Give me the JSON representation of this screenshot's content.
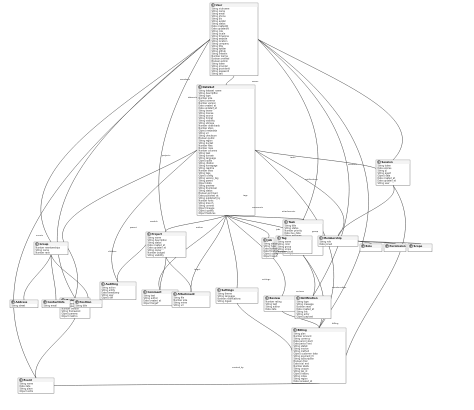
{
  "diagram": {
    "classes": [
      {
        "id": "user",
        "name": "User",
        "stereotype": "C",
        "fields": [
          "String nickname",
          "String name",
          "String email",
          "String phone",
          "String bio",
          "String avatar",
          "String status",
          "Date createdAt",
          "Date updatedAt",
          "String role",
          "String locale",
          "String timezone",
          "String website",
          "String location",
          "String company",
          "String title",
          "String twitter",
          "String github",
          "String linkedin",
          "Number karma",
          "Boolean verified",
          "Boolean admin",
          "String token",
          "String provider",
          "String providerId",
          "String password",
          "String salt"
        ]
      },
      {
        "id": "dataset",
        "name": "DataSet",
        "stereotype": "C",
        "fields": [
          "String dataset_name",
          "String description",
          "String type",
          "Number size",
          "Object schema",
          "Number version",
          "Date created_at",
          "Date updated_at",
          "String owner",
          "String license",
          "String source",
          "String format",
          "String visibility",
          "String storage",
          "Number downloads",
          "Number stars",
          "Object metadata",
          "String url",
          "String checksum",
          "Boolean public",
          "String region",
          "String bucket",
          "Number files",
          "Number rows",
          "Number columns",
          "String task",
          "String domain",
          "String language",
          "Object splits",
          "String citation",
          "String homepage",
          "String readme",
          "Number likes",
          "String tags",
          "Object config",
          "String version_tag",
          "String parent",
          "Object stats",
          "String preview",
          "String thumbnail",
          "String status",
          "Boolean archived",
          "Date published_at",
          "String published_by",
          "Number forks",
          "String branch",
          "String commit",
          "Object lineage",
          "Object quality",
          "Object features"
        ]
      },
      {
        "id": "group",
        "name": "Group",
        "stereotype": "C",
        "fields": [
          "Number memberships",
          "String name",
          "Number rank"
        ]
      },
      {
        "id": "project",
        "name": "Project",
        "stereotype": "C",
        "fields": [
          "String name",
          "String description",
          "String status",
          "Date created_at",
          "Date updated_at",
          "String owner",
          "Number budget",
          "String visibility"
        ]
      },
      {
        "id": "task",
        "name": "Task",
        "stereotype": "C",
        "fields": [
          "String title",
          "String status",
          "Number priority",
          "Date due_date",
          "String assignee",
          "Number estimate",
          "String type",
          "String notes",
          "Boolean done",
          "String label",
          "Number order",
          "String parent"
        ]
      },
      {
        "id": "tag",
        "name": "Tag",
        "stereotype": "C",
        "fields": [
          "String name",
          "String color",
          "String group",
          "String scope",
          "Number count"
        ]
      },
      {
        "id": "job",
        "name": "Job",
        "stereotype": "C",
        "fields": [
          "String status",
          "String type",
          "Date started",
          "Date finished",
          "Object config",
          "Object result"
        ]
      },
      {
        "id": "model",
        "name": "Model",
        "stereotype": "C",
        "fields": [
          "String name",
          "String type",
          "Number version",
          "String framework",
          "Object params",
          "Object metrics"
        ]
      },
      {
        "id": "auditing",
        "name": "Auditing",
        "stereotype": "C",
        "fields": [
          "String action",
          "String entity",
          "Date timestamp",
          "String user",
          "Object diff"
        ]
      },
      {
        "id": "address",
        "name": "Address",
        "stereotype": "E",
        "fields": [
          "String street"
        ]
      },
      {
        "id": "contact",
        "name": "ContactInfo",
        "stereotype": "E",
        "fields": [
          "String email"
        ]
      },
      {
        "id": "pos",
        "name": "Position",
        "stereotype": "E",
        "fields": [
          "String title"
        ]
      },
      {
        "id": "comment",
        "name": "Comment",
        "stereotype": "C",
        "fields": [
          "String text",
          "String author",
          "Date created_at",
          "Object target"
        ]
      },
      {
        "id": "attach",
        "name": "Attachment",
        "stereotype": "C",
        "fields": [
          "String file",
          "Number size",
          "String mime",
          "String url"
        ]
      },
      {
        "id": "setting",
        "name": "Settings",
        "stereotype": "C",
        "fields": [
          "String theme",
          "String language",
          "Boolean notifications",
          "String digest"
        ]
      },
      {
        "id": "review",
        "name": "Review",
        "stereotype": "C",
        "fields": [
          "Number rating",
          "String text",
          "String author",
          "Date date"
        ]
      },
      {
        "id": "notif",
        "name": "Notification",
        "stereotype": "C",
        "fields": [
          "String type",
          "String message",
          "Boolean read",
          "Date created_at",
          "String link",
          "String actor",
          "Object payload"
        ]
      },
      {
        "id": "event",
        "name": "Event",
        "stereotype": "C",
        "fields": [
          "String name",
          "Date date",
          "String place",
          "Object extra"
        ]
      },
      {
        "id": "billing",
        "name": "Billing",
        "stereotype": "C",
        "fields": [
          "String plan",
          "Number amount",
          "String currency",
          "Date period_start",
          "Date period_end",
          "String status",
          "String invoice",
          "String method",
          "Object customer_data",
          "String payment_id",
          "String subscription",
          "Boolean trial",
          "Date trial_end",
          "Number seats",
          "String coupon",
          "String tax_id",
          "Object history",
          "String notes",
          "String region",
          "Date renewed_at"
        ]
      },
      {
        "id": "member",
        "name": "Membership",
        "stereotype": "C",
        "fields": [
          "String role",
          "Date joined"
        ]
      },
      {
        "id": "role",
        "name": "Role",
        "stereotype": "E",
        "fields": []
      },
      {
        "id": "perm",
        "name": "Permission",
        "stereotype": "E",
        "fields": []
      },
      {
        "id": "scope",
        "name": "Scope",
        "stereotype": "E",
        "fields": []
      },
      {
        "id": "session",
        "name": "Session",
        "stereotype": "C",
        "fields": [
          "String token",
          "Date expires",
          "String ip",
          "String agent",
          "Object data",
          "Date created_at",
          "Date updated_at",
          "String user"
        ]
      }
    ],
    "edge_labels": [
      "owner",
      "members",
      "datasets",
      "projects",
      "tasks",
      "tags",
      "comments",
      "attachments",
      "author",
      "target",
      "notifications",
      "billing",
      "settings",
      "sessions",
      "reviews",
      "jobs",
      "models",
      "events",
      "parent",
      "children",
      "assignee",
      "group",
      "memberships",
      "created_by"
    ]
  }
}
